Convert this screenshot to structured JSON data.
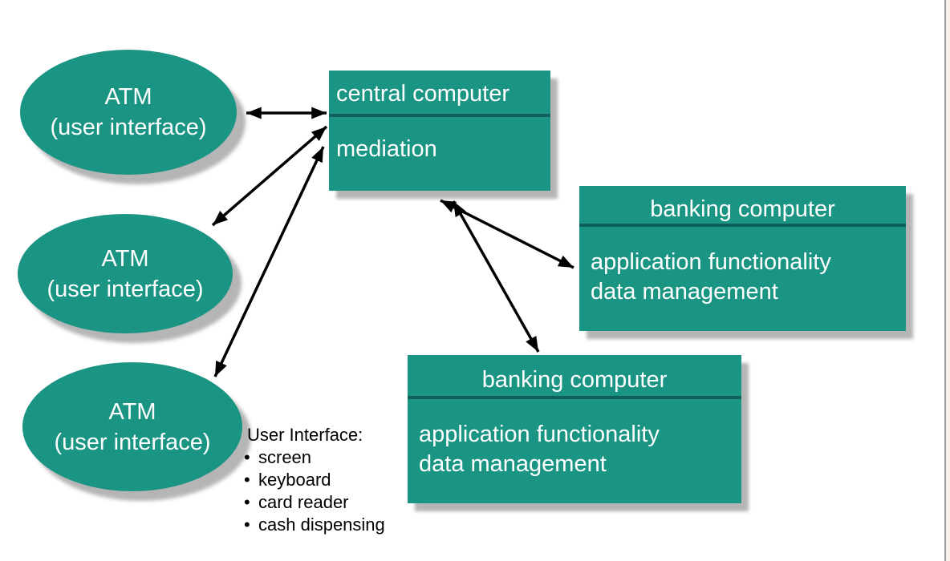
{
  "diagram": {
    "atm_nodes": [
      {
        "title": "ATM",
        "subtitle": "(user interface)"
      },
      {
        "title": "ATM",
        "subtitle": "(user interface)"
      },
      {
        "title": "ATM",
        "subtitle": "(user interface)"
      }
    ],
    "central_computer": {
      "title": "central computer",
      "body": "mediation"
    },
    "banking_computers": [
      {
        "title": "banking computer",
        "body_line1": "application functionality",
        "body_line2": "data management"
      },
      {
        "title": "banking computer",
        "body_line1": "application functionality",
        "body_line2": "data management"
      }
    ],
    "annotation": {
      "title": "User Interface:",
      "bullet_char": "•",
      "bullets": [
        "screen",
        "keyboard",
        "card reader",
        "cash dispensing"
      ]
    },
    "colors": {
      "node_fill": "#1A9483",
      "divider": "#0E5F5A",
      "arrow": "#000000",
      "text_on_node": "#ffffff"
    }
  }
}
